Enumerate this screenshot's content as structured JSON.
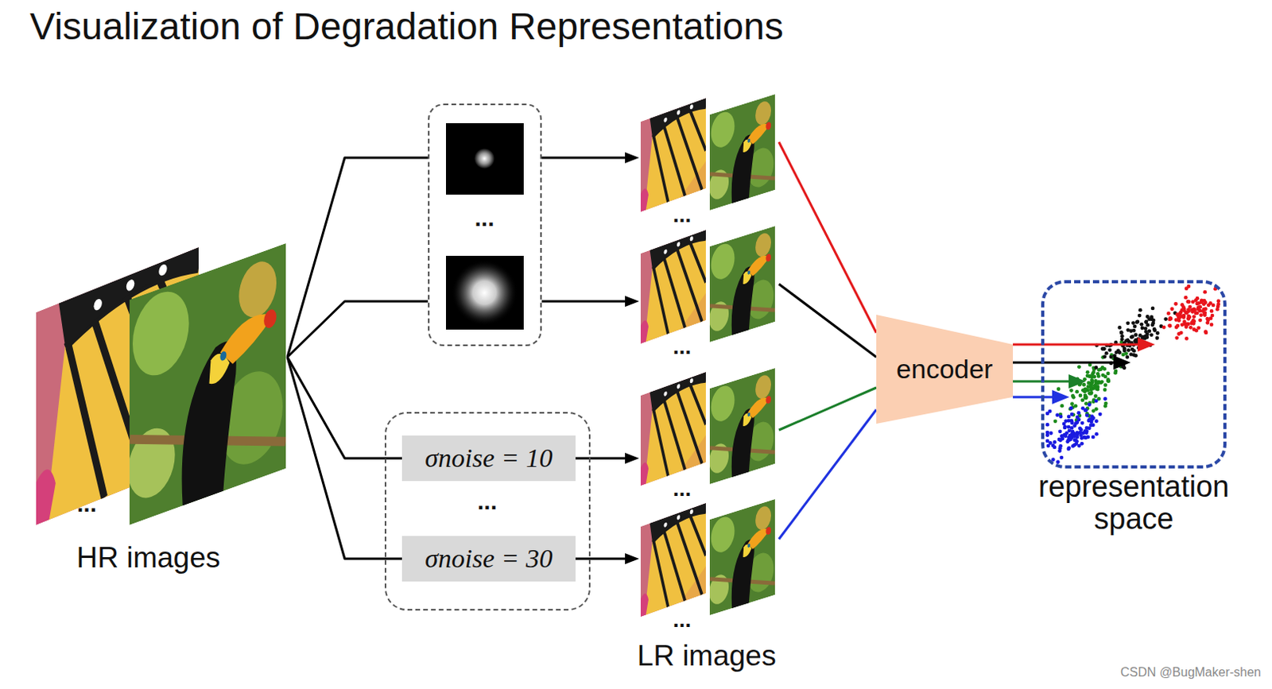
{
  "diagram": {
    "title": "Visualization of Degradation Representations",
    "nodes": [
      {
        "text": [
          "...",
          "HR images"
        ]
      },
      {
        "text": [
          "..."
        ]
      },
      {
        "text": [
          "..."
        ]
      },
      {
        "text": [
          "σnoise = 10"
        ],
        "in": 2
      },
      {
        "text": [
          "σnoise = 30"
        ],
        "in": 2
      },
      {
        "text": [
          "..."
        ]
      },
      {
        "text": [
          "..."
        ]
      },
      {
        "text": [
          "..."
        ]
      },
      {
        "text": [
          "..."
        ]
      },
      {
        "text": [
          "encoder"
        ]
      },
      {
        "text": [
          "representation space"
        ]
      }
    ],
    "edges": [
      {
        "from": 0,
        "to": 1,
        "arrow": "none"
      },
      {
        "from": 0,
        "to": 1,
        "arrow": "none"
      },
      {
        "from": 0,
        "to": 3,
        "arrow": "none"
      },
      {
        "from": 0,
        "to": 4,
        "arrow": "none"
      },
      {
        "from": 1,
        "to": 5,
        "arrow": "to"
      },
      {
        "from": 1,
        "to": 6,
        "arrow": "to"
      },
      {
        "from": 3,
        "to": 7,
        "arrow": "to"
      },
      {
        "from": 4,
        "to": 8,
        "arrow": "to"
      },
      {
        "from": 5,
        "to": 9,
        "arrow": "none"
      },
      {
        "from": 6,
        "to": 9,
        "arrow": "none"
      },
      {
        "from": 7,
        "to": 9,
        "arrow": "none"
      },
      {
        "from": 8,
        "to": 9,
        "arrow": "none"
      },
      {
        "from": 9,
        "to": 10,
        "arrow": "to"
      },
      {
        "from": 9,
        "to": 10,
        "arrow": "to"
      },
      {
        "from": 9,
        "to": 10,
        "arrow": "to"
      },
      {
        "from": 9,
        "to": 10,
        "arrow": "to"
      }
    ],
    "labels": [
      "LR images",
      "CSDN @BugMaker-shen"
    ]
  }
}
